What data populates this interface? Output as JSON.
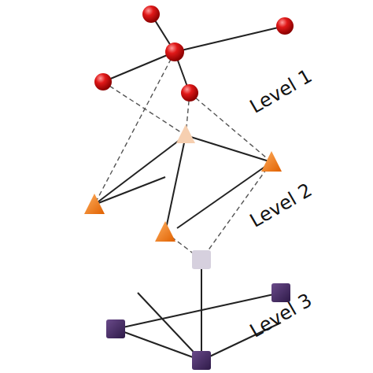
{
  "diagram": {
    "nodes": [
      {
        "text": [
          "Level 1"
        ]
      },
      {
        "text": [
          "Level 2"
        ]
      },
      {
        "text": [
          "Level 3"
        ]
      }
    ]
  }
}
